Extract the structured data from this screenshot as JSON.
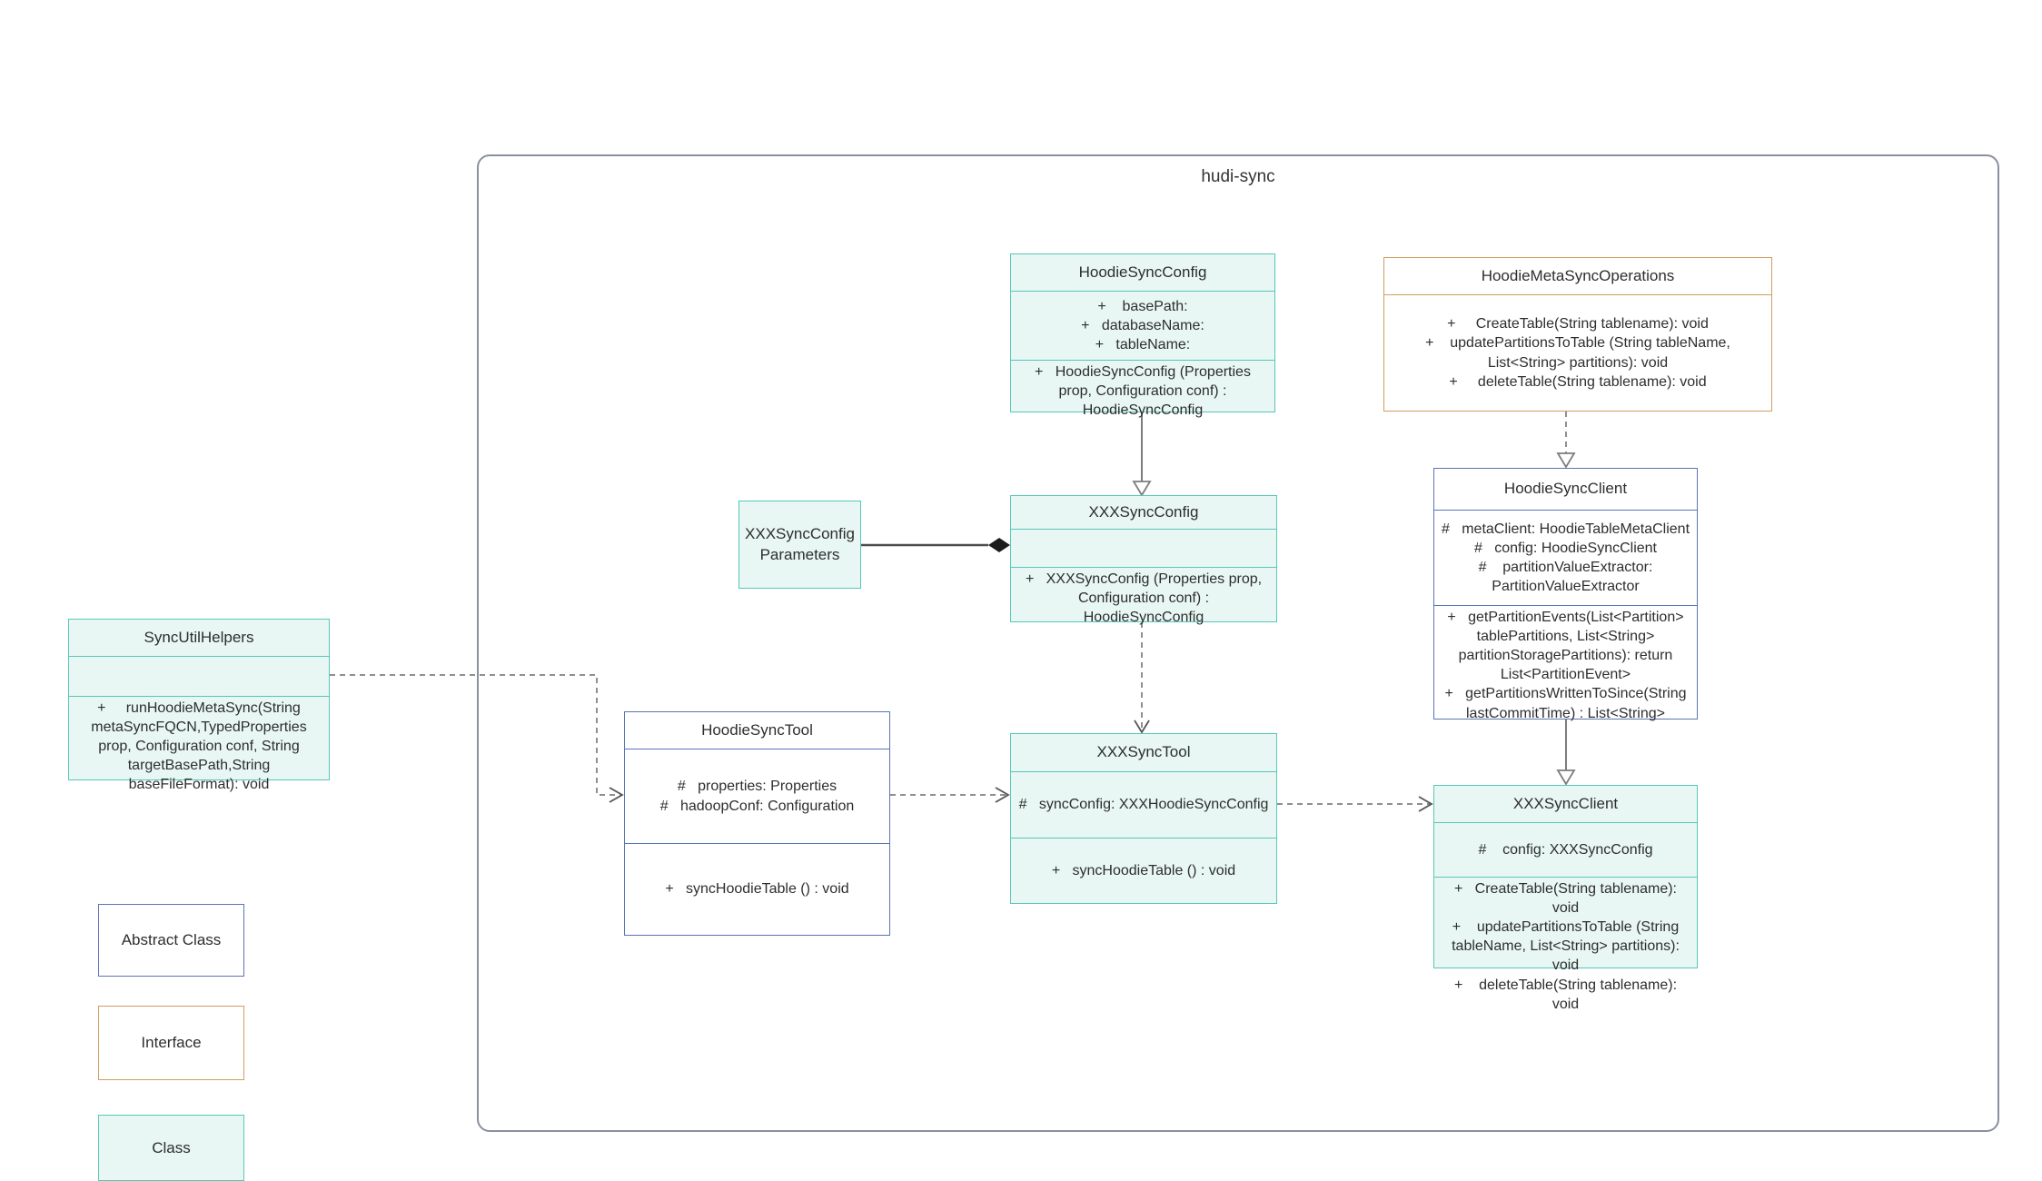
{
  "diagram": {
    "container_label": "hudi-sync",
    "colors": {
      "class_fill": "#e8f7f3",
      "class_border": "#56c8b9",
      "abstract_border": "#5b74b5",
      "interface_border": "#cf9e5e",
      "container_border": "#8b90a0",
      "connector_gray": "#858585"
    }
  },
  "classes": {
    "hoodie_sync_config": {
      "title": "HoodieSyncConfig",
      "attrs": [
        "+    basePath:",
        "+   databaseName:",
        "+   tableName:"
      ],
      "methods": [
        "+   HoodieSyncConfig (Properties prop, Configuration conf) : HoodieSyncConfig"
      ]
    },
    "hoodie_meta_sync_operations": {
      "title": "HoodieMetaSyncOperations",
      "methods": [
        "+     CreateTable(String tablename): void",
        "+    updatePartitionsToTable (String tableName, List<String> partitions): void",
        "+     deleteTable(String tablename): void"
      ]
    },
    "hoodie_sync_client": {
      "title": "HoodieSyncClient",
      "attrs": [
        "#   metaClient: HoodieTableMetaClient",
        "#   config: HoodieSyncClient",
        "#    partitionValueExtractor: PartitionValueExtractor"
      ],
      "methods": [
        "+   getPartitionEvents(List<Partition> tablePartitions, List<String> partitionStoragePartitions): return List<PartitionEvent>",
        "+   getPartitionsWrittenToSince(String lastCommitTime) : List<String>"
      ]
    },
    "xxx_sync_config_parameters": {
      "title": "XXXSyncConfigParameters"
    },
    "xxx_sync_config": {
      "title": "XXXSyncConfig",
      "attrs": [],
      "methods": [
        "+   XXXSyncConfig (Properties prop, Configuration conf) : HoodieSyncConfig"
      ]
    },
    "sync_util_helpers": {
      "title": "SyncUtilHelpers",
      "attrs": [],
      "methods": [
        "+     runHoodieMetaSync(String metaSyncFQCN,TypedProperties prop, Configuration conf, String targetBasePath,String baseFileFormat): void"
      ]
    },
    "hoodie_sync_tool": {
      "title": "HoodieSyncTool",
      "attrs": [
        "#   properties: Properties",
        "#   hadoopConf: Configuration"
      ],
      "methods": [
        "+   syncHoodieTable () : void"
      ]
    },
    "xxx_sync_tool": {
      "title": "XXXSyncTool",
      "attrs": [
        "#   syncConfig: XXXHoodieSyncConfig"
      ],
      "methods": [
        "+   syncHoodieTable () : void"
      ]
    },
    "xxx_sync_client": {
      "title": "XXXSyncClient",
      "attrs": [
        "#    config: XXXSyncConfig"
      ],
      "methods": [
        "+   CreateTable(String tablename): void",
        "+    updatePartitionsToTable (String tableName, List<String> partitions): void",
        "+    deleteTable(String tablename): void"
      ]
    }
  },
  "legend": {
    "abstract_class": "Abstract Class",
    "interface": "Interface",
    "class": "Class"
  }
}
